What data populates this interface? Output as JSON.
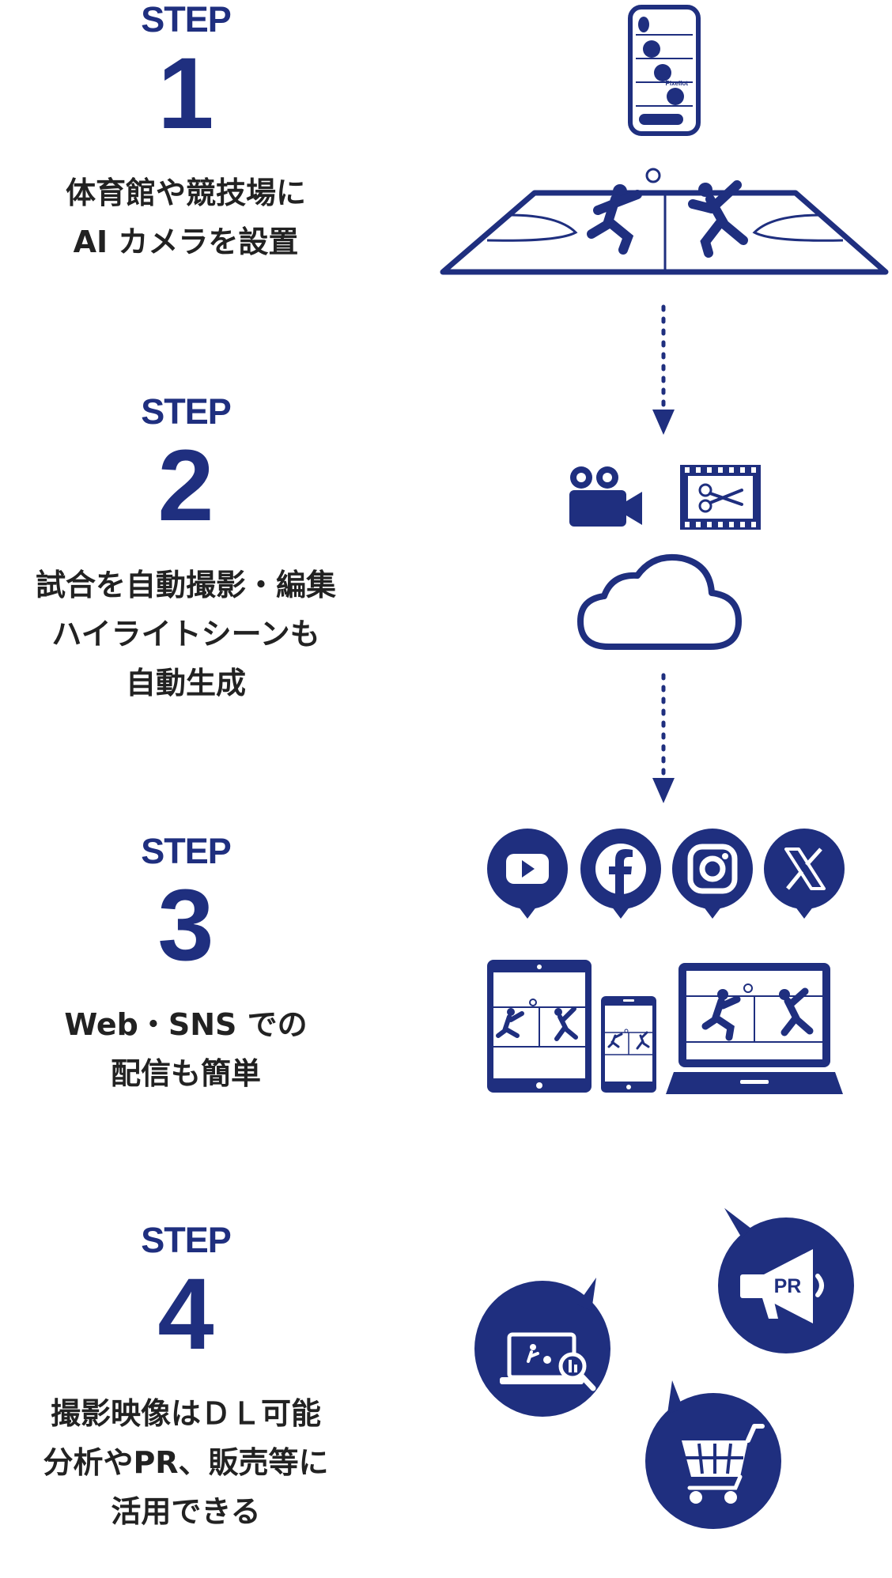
{
  "steps": [
    {
      "label": "STEP",
      "number": "1",
      "description": [
        "体育館や競技場に",
        "AI カメラを設置"
      ]
    },
    {
      "label": "STEP",
      "number": "2",
      "description": [
        "試合を自動撮影・編集",
        "ハイライトシーンも",
        "自動生成"
      ]
    },
    {
      "label": "STEP",
      "number": "3",
      "description": [
        "Web・SNS での",
        "配信も簡単"
      ]
    },
    {
      "label": "STEP",
      "number": "4",
      "description": [
        "撮影映像はＤＬ可能",
        "分析やPR、販売等に",
        "活用できる"
      ]
    }
  ],
  "icons": {
    "step1": [
      "ai-camera-icon",
      "sports-court-icon"
    ],
    "step2": [
      "video-camera-icon",
      "film-edit-icon",
      "cloud-icon"
    ],
    "step3": [
      "youtube-icon",
      "facebook-icon",
      "instagram-icon",
      "x-icon",
      "tablet-icon",
      "smartphone-icon",
      "laptop-icon"
    ],
    "step4": [
      "megaphone-pr-icon",
      "analysis-laptop-icon",
      "shopping-cart-icon"
    ]
  },
  "camera_brand": "Pixellot",
  "badges": {
    "pr": "PR"
  },
  "colors": {
    "brand": "#1f2f7f",
    "text": "#222222",
    "background": "#ffffff"
  }
}
